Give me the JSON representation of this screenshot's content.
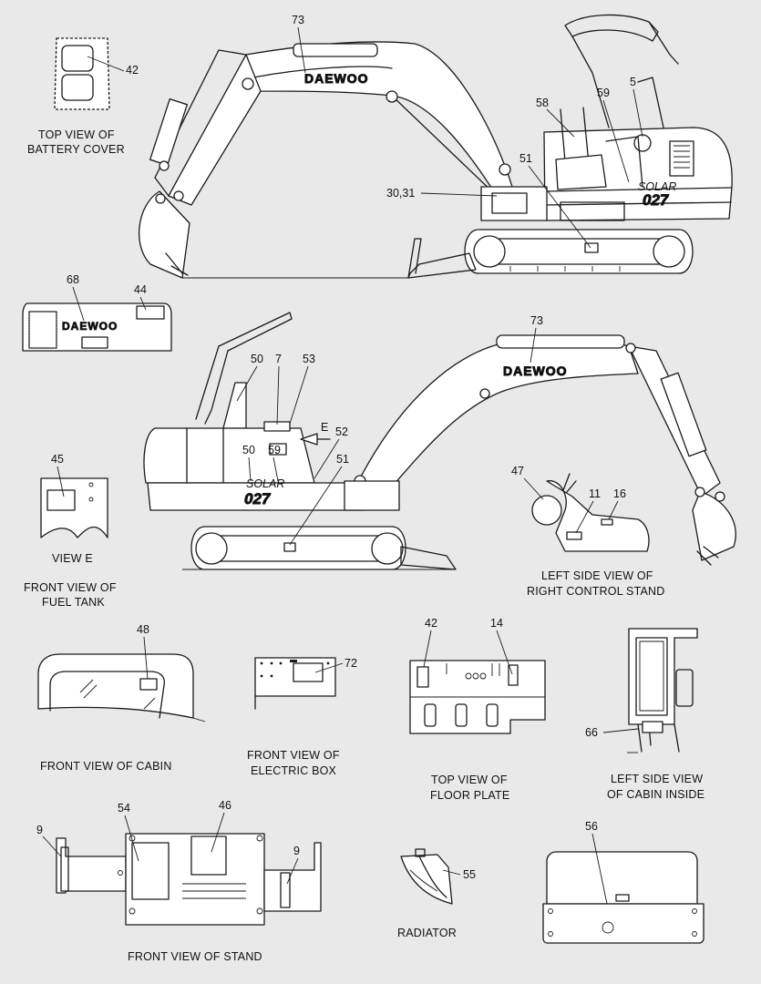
{
  "logo_text": "DAEWOO",
  "model_text": "027",
  "captions": {
    "battery_cover": [
      "TOP VIEW OF",
      "BATTERY COVER"
    ],
    "view_e": "VIEW  E",
    "fuel_tank": [
      "FRONT VIEW OF",
      "FUEL TANK"
    ],
    "right_control_stand": [
      "LEFT SIDE VIEW OF",
      "RIGHT CONTROL STAND"
    ],
    "cabin": "FRONT VIEW OF CABIN",
    "electric_box": [
      "FRONT VIEW OF",
      "ELECTRIC BOX"
    ],
    "floor_plate": [
      "TOP VIEW OF",
      "FLOOR PLATE"
    ],
    "cabin_inside": [
      "LEFT SIDE VIEW",
      "OF CABIN INSIDE"
    ],
    "stand": "FRONT VIEW OF STAND",
    "radiator": "RADIATOR"
  },
  "view_arrow_label": "E",
  "callouts": {
    "top_view": {
      "c73": "73",
      "c58": "58",
      "c59": "59",
      "c5": "5",
      "c51": "51",
      "c30_31": "30,31"
    },
    "battery": {
      "c42": "42"
    },
    "hood": {
      "c68": "68",
      "c44": "44"
    },
    "side_view": {
      "c50a": "50",
      "c7": "7",
      "c53": "53",
      "c52": "52",
      "c50b": "50",
      "c59": "59",
      "c51": "51",
      "c73": "73"
    },
    "fuel_tank": {
      "c45": "45"
    },
    "control_stand": {
      "c47": "47",
      "c11": "11",
      "c16": "16"
    },
    "cabin": {
      "c48": "48"
    },
    "electric_box": {
      "c72": "72"
    },
    "floor_plate": {
      "c42": "42",
      "c14": "14"
    },
    "cabin_inside": {
      "c66": "66"
    },
    "stand": {
      "c9a": "9",
      "c54": "54",
      "c46": "46",
      "c9b": "9"
    },
    "radiator": {
      "c55": "55"
    },
    "panel": {
      "c56": "56"
    }
  }
}
